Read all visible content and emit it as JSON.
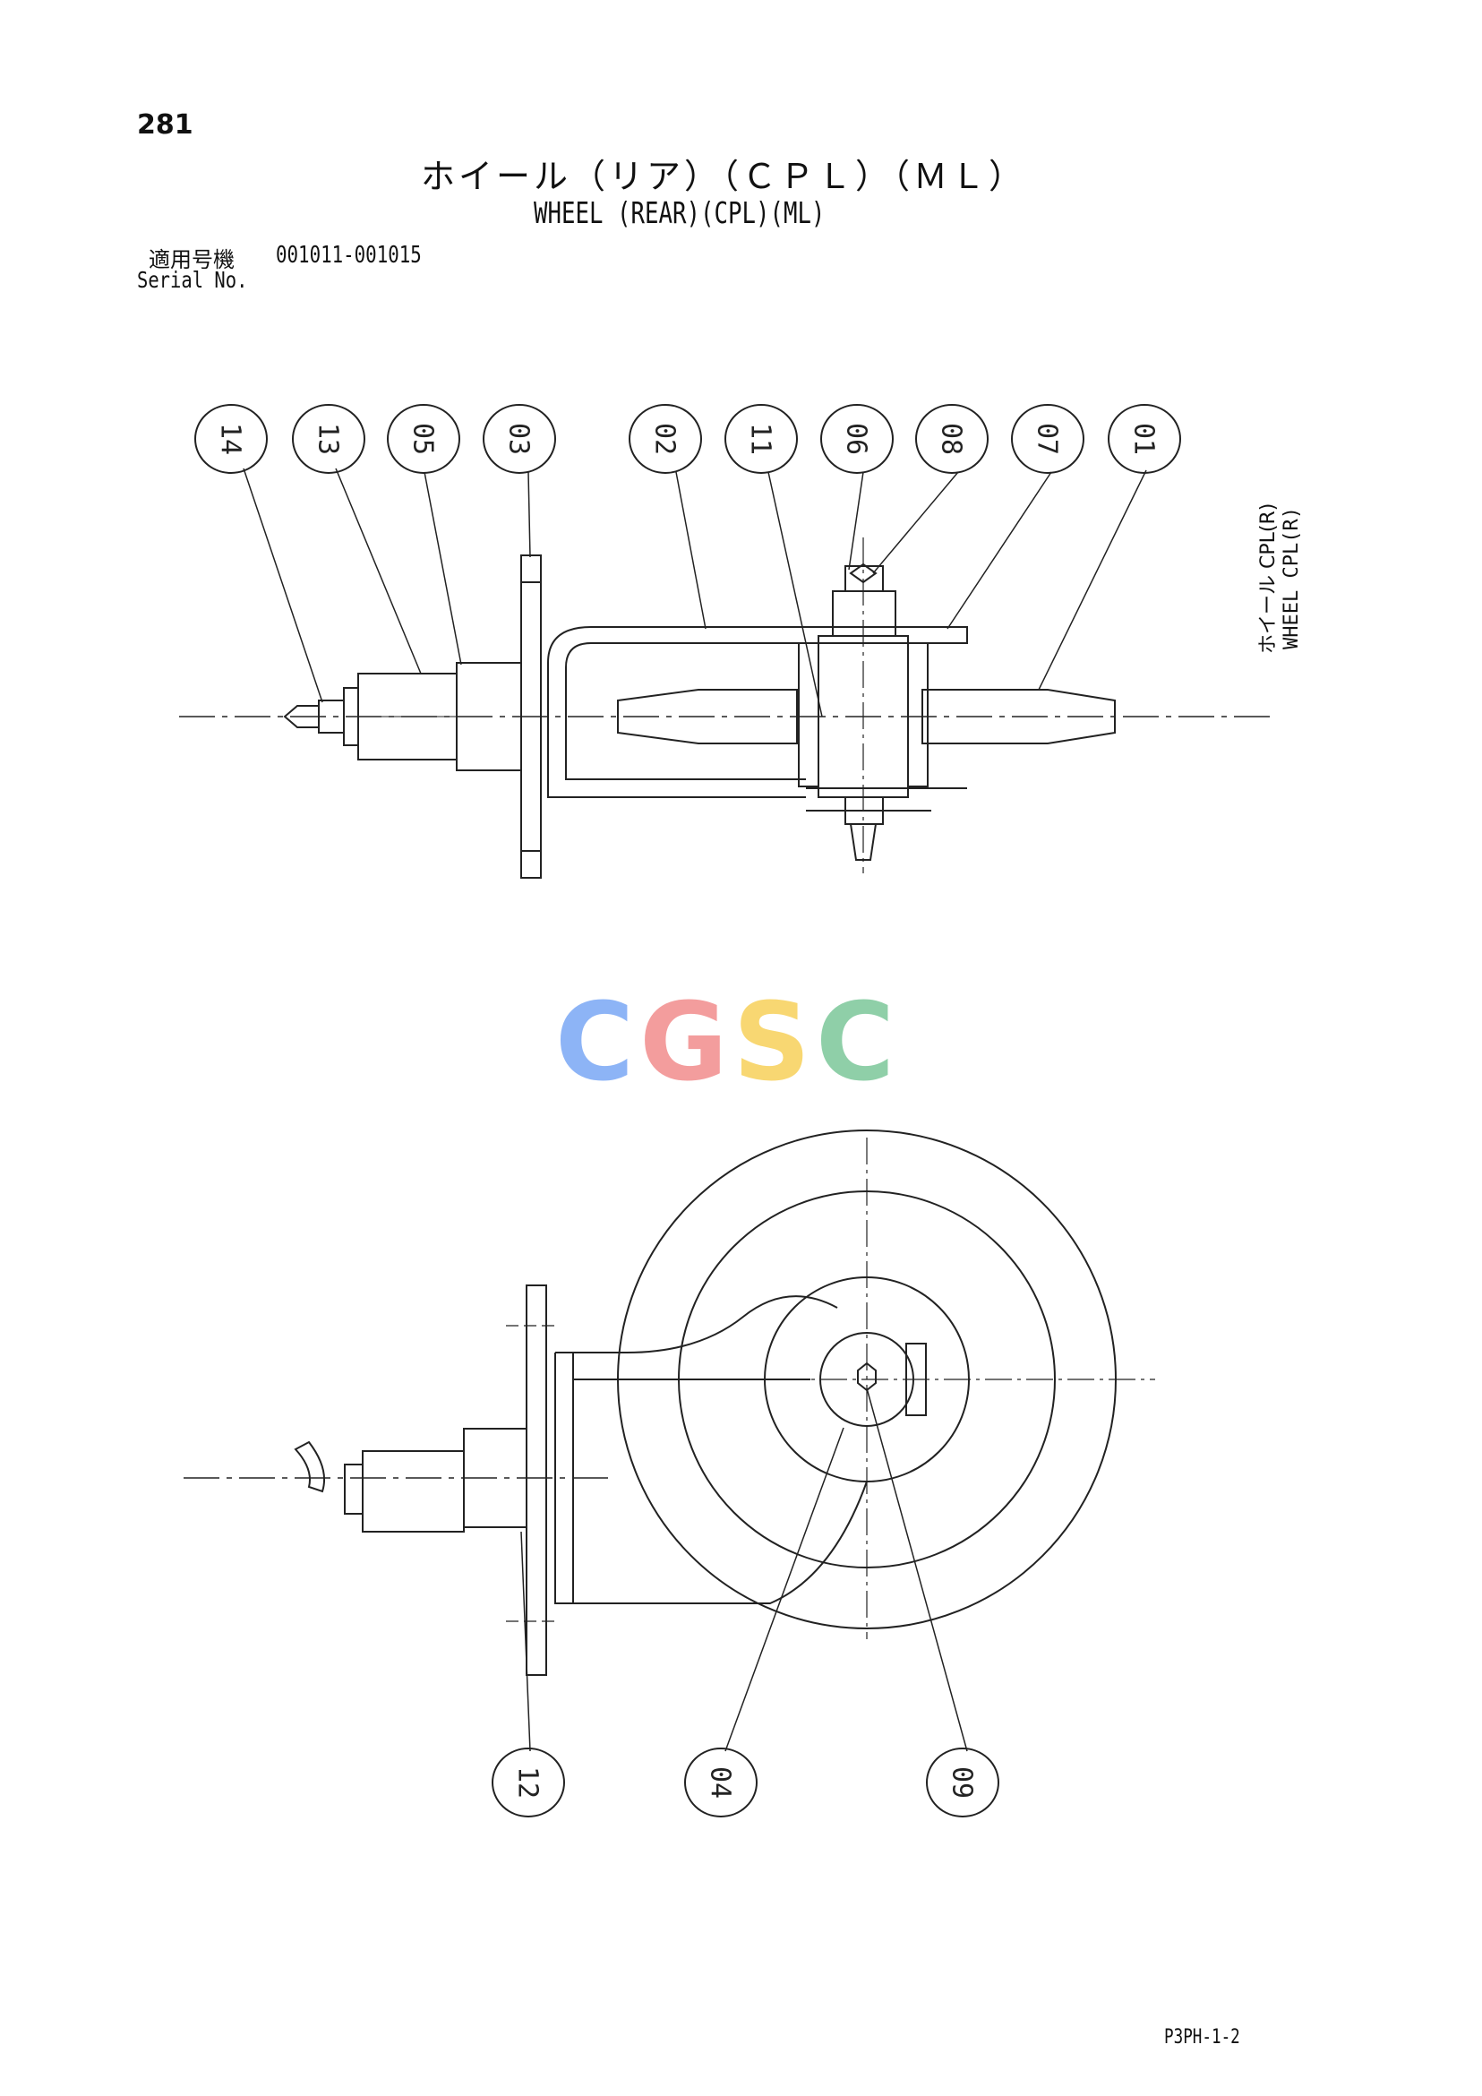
{
  "header": {
    "page_number": "281",
    "title_jp": "ホイール（リア）（ＣＰＬ）（ＭＬ）",
    "title_en": "WHEEL (REAR)(CPL)(ML)",
    "serial_label_jp": "適用号機",
    "serial_range": "001011-001015",
    "serial_label_en": "Serial No."
  },
  "side_label": {
    "line1": "ホイール CPL(R)",
    "line2": "WHEEL CPL(R)"
  },
  "watermark": {
    "letters": [
      "C",
      "G",
      "S",
      "C"
    ],
    "colors": [
      "#7aa7f5",
      "#f28c8c",
      "#f7d15a",
      "#7cc79a"
    ]
  },
  "callouts_top": [
    "14",
    "13",
    "05",
    "03",
    "02",
    "11",
    "06",
    "08",
    "07",
    "01"
  ],
  "callouts_bottom": [
    "12",
    "04",
    "09"
  ],
  "footer": {
    "doc_code": "P3PH-1-2"
  },
  "colors": {
    "line": "#222222",
    "paper": "#ffffff"
  }
}
